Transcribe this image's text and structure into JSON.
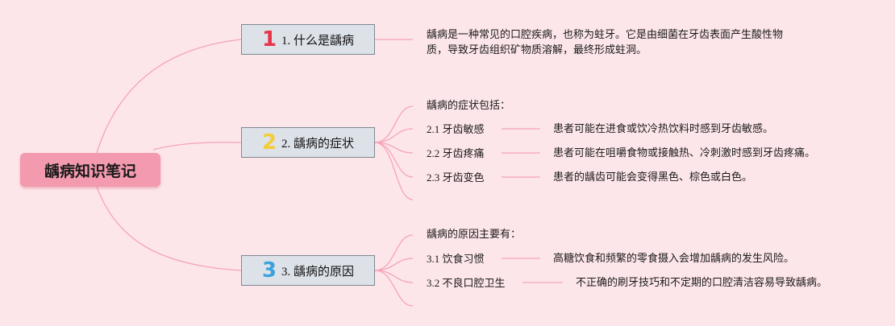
{
  "central_topic": "龋病知识笔记",
  "topic1": {
    "number": "1",
    "label": "1. 什么是龋病",
    "description_line1": "龋病是一种常见的口腔疾病，也称为蛀牙。它是由细菌在牙齿表面产生酸性物",
    "description_line2": "质，导致牙齿组织矿物质溶解，最终形成蛀洞。"
  },
  "topic2": {
    "number": "2",
    "label": "2. 龋病的症状",
    "intro": "龋病的症状包括：",
    "items": [
      {
        "label": "2.1 牙齿敏感",
        "detail": "患者可能在进食或饮冷热饮料时感到牙齿敏感。"
      },
      {
        "label": "2.2 牙齿疼痛",
        "detail": "患者可能在咀嚼食物或接触热、冷刺激时感到牙齿疼痛。"
      },
      {
        "label": "2.3 牙齿变色",
        "detail": "患者的龋齿可能会变得黑色、棕色或白色。"
      }
    ]
  },
  "topic3": {
    "number": "3",
    "label": "3. 龋病的原因",
    "intro": "龋病的原因主要有：",
    "items": [
      {
        "label": "3.1 饮食习惯",
        "detail": "高糖饮食和频繁的零食摄入会增加龋病的发生风险。"
      },
      {
        "label": "3.2 不良口腔卫生",
        "detail": "不正确的刷牙技巧和不定期的口腔清洁容易导致龋病。"
      }
    ]
  },
  "colors": {
    "background": "#fde6ea",
    "central_fill": "#f49aae",
    "connector": "#f4a4b6",
    "topic_fill": "#dde1e8",
    "number1": "#e8334a",
    "number2": "#f4cd3a",
    "number3": "#3aa3dd"
  }
}
